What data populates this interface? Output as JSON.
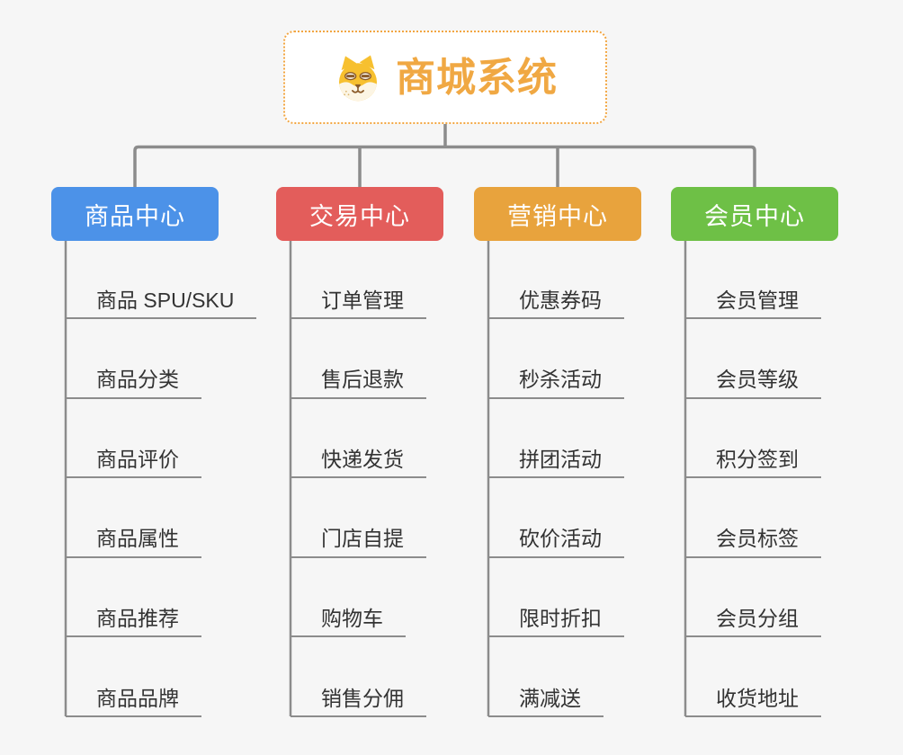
{
  "root": {
    "title": "商城系统",
    "icon": "dog-face-icon",
    "accent_color": "#f2a642"
  },
  "branches": [
    {
      "label": "商品中心",
      "color": "#4c92e8",
      "children": [
        "商品 SPU/SKU",
        "商品分类",
        "商品评价",
        "商品属性",
        "商品推荐",
        "商品品牌"
      ]
    },
    {
      "label": "交易中心",
      "color": "#e35d5b",
      "children": [
        "订单管理",
        "售后退款",
        "快递发货",
        "门店自提",
        "购物车",
        "销售分佣"
      ]
    },
    {
      "label": "营销中心",
      "color": "#e8a33d",
      "children": [
        "优惠券码",
        "秒杀活动",
        "拼团活动",
        "砍价活动",
        "限时折扣",
        "满减送"
      ]
    },
    {
      "label": "会员中心",
      "color": "#6ec046",
      "children": [
        "会员管理",
        "会员等级",
        "积分签到",
        "会员标签",
        "会员分组",
        "收货地址"
      ]
    }
  ],
  "colors": {
    "background": "#f6f6f6",
    "connector": "#8c8c8c",
    "node_text": "#333333",
    "root_border": "#f2a642"
  }
}
